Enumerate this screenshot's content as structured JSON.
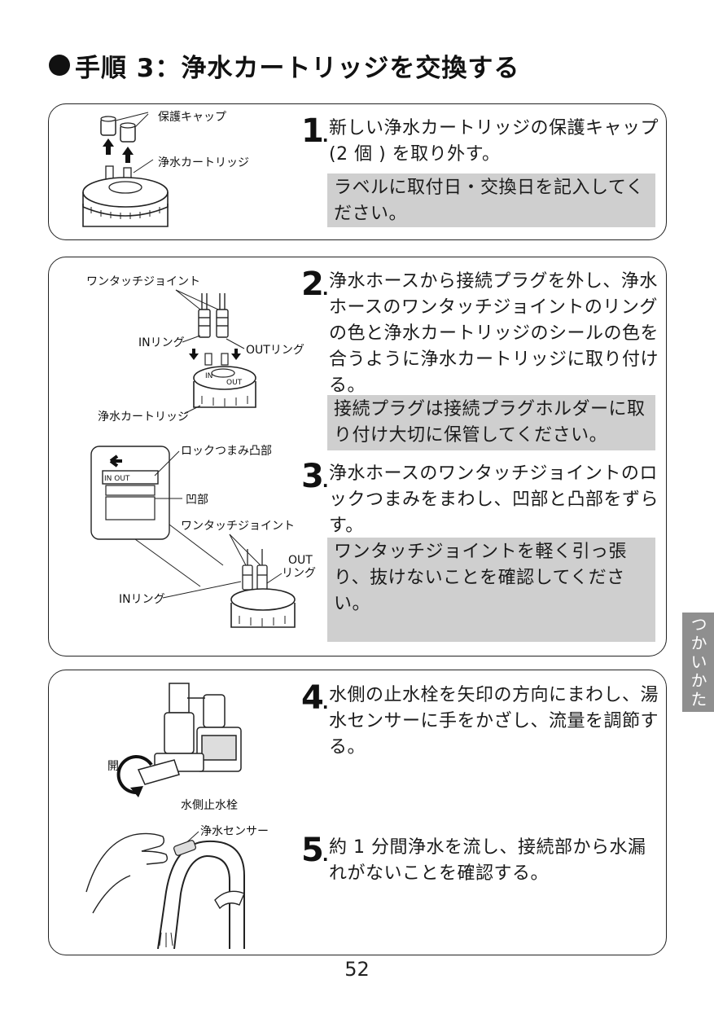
{
  "title": "手順 3：浄水カートリッジを交換する",
  "side_tab": "つかいかた",
  "page_number": "52",
  "steps": [
    {
      "num": "1",
      "text": "新しい浄水カートリッジの保護キャップ (2 個 ) を取り外す。",
      "note": "ラベルに取付日・交換日を記入してください。"
    },
    {
      "num": "2",
      "text": "浄水ホースから接続プラグを外し、浄水ホースのワンタッチジョイントのリングの色と浄水カートリッジのシールの色を合うように浄水カートリッジに取り付ける。",
      "note": "接続プラグは接続プラグホルダーに取り付け大切に保管してください。"
    },
    {
      "num": "3",
      "text": "浄水ホースのワンタッチジョイントのロックつまみをまわし、凹部と凸部をずらす。",
      "note": "ワンタッチジョイントを軽く引っ張り、抜けないことを確認してください。"
    },
    {
      "num": "4",
      "text": "水側の止水栓を矢印の方向にまわし、湯水センサーに手をかざし、流量を調節する。"
    },
    {
      "num": "5",
      "text": "約 1 分間浄水を流し、接続部から水漏れがないことを確認する。"
    }
  ],
  "figure_labels": {
    "protective_cap": "保護キャップ",
    "cartridge": "浄水カートリッジ",
    "one_touch_joint": "ワンタッチジョイント",
    "in_ring": "INリング",
    "out_ring": "OUTリング",
    "in_mark": "IN",
    "out_mark": "OUT",
    "lock_knob_convex": "ロックつまみ凸部",
    "concave": "凹部",
    "out_ring_line1": "OUT",
    "out_ring_line2": "リング",
    "open": "開",
    "water_side_stop_valve": "水側止水栓",
    "purified_water_sensor": "浄水センサー"
  }
}
